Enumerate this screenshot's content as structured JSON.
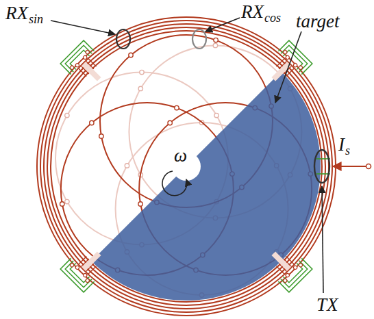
{
  "diagram": {
    "labels": [
      "RX",
      "sin",
      "RX",
      "cos",
      "target",
      "ω",
      "I",
      "s",
      "TX"
    ]
  }
}
